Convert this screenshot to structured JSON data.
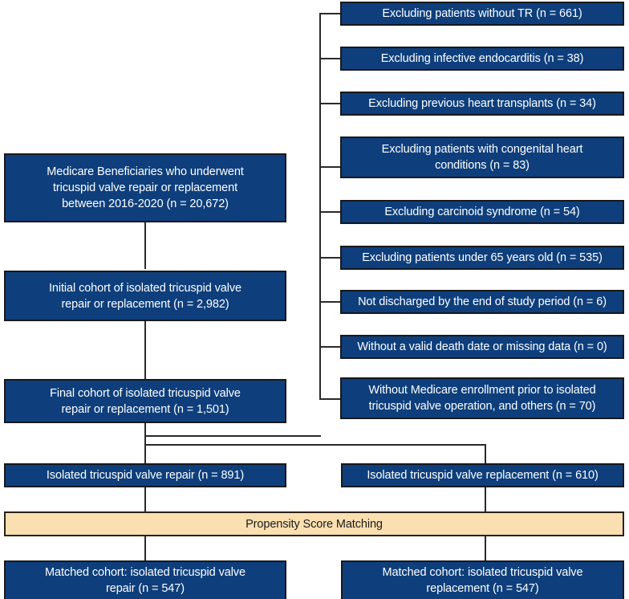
{
  "diagram": {
    "title": "Study cohort selection flow diagram",
    "colors": {
      "box_fill": "#0e3f7c",
      "box_border": "#17181c",
      "box_text": "#ffffff",
      "psm_fill": "#fadfb0",
      "psm_border": "#2b2118",
      "psm_text": "#1a1a1a",
      "connector": "#2a2a2a",
      "background": "#ffffff"
    }
  },
  "main_nodes": [
    {
      "id": "source-cohort",
      "text": "Medicare Beneficiaries who underwent\ntricuspid valve repair or replacement\nbetween 2016-2020 (n = 20,672)"
    },
    {
      "id": "initial-cohort",
      "text": "Initial cohort of isolated tricuspid valve\nrepair or replacement (n = 2,982)"
    },
    {
      "id": "final-cohort",
      "text": "Final cohort of isolated tricuspid valve\nrepair or replacement (n = 1,501)"
    }
  ],
  "exclusions": [
    {
      "id": "excl-no-tr",
      "text": "Excluding patients without TR (n = 661)"
    },
    {
      "id": "excl-endocarditis",
      "text": "Excluding infective endocarditis (n = 38)"
    },
    {
      "id": "excl-heart-transplant",
      "text": "Excluding previous heart transplants (n = 34)"
    },
    {
      "id": "excl-congenital",
      "text": "Excluding patients with congenital heart\nconditions (n = 83)"
    },
    {
      "id": "excl-carcinoid",
      "text": "Excluding carcinoid syndrome (n = 54)"
    },
    {
      "id": "excl-under-65",
      "text": "Excluding patients under 65 years old (n = 535)"
    },
    {
      "id": "excl-not-discharged",
      "text": "Not discharged by the end of study period (n = 6)"
    },
    {
      "id": "excl-invalid-death-date",
      "text": "Without a valid death date or missing data (n = 0)"
    },
    {
      "id": "excl-no-enrollment",
      "text": "Without Medicare enrollment prior to isolated\ntricuspid valve operation, and others (n = 70)"
    }
  ],
  "arms": {
    "repair": "Isolated tricuspid valve repair (n = 891)",
    "replacement": "Isolated tricuspid valve replacement (n = 610)"
  },
  "matching": {
    "label": "Propensity Score Matching"
  },
  "matched": {
    "repair": "Matched cohort: isolated tricuspid valve\nrepair (n = 547)",
    "replacement": "Matched cohort: isolated tricuspid valve\nreplacement (n = 547)"
  }
}
